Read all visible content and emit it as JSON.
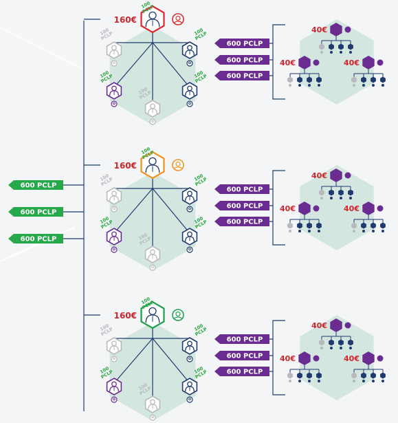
{
  "left_tags": [
    "600 PCLP",
    "600 PCLP",
    "600 PCLP"
  ],
  "groups": [
    {
      "top_price": "160€",
      "top_color": "#e0262b",
      "top_pclp": "100 PCLP",
      "node_pclp": [
        "100 PCLP",
        "100 PCLP",
        "100 PCLP",
        "100 PCLP",
        "100 PCLP"
      ],
      "right_tags": [
        "600 PCLP",
        "600 PCLP",
        "600 PCLP"
      ],
      "cluster_prices": [
        "40€",
        "40€",
        "40€"
      ]
    },
    {
      "top_price": "160€",
      "top_color": "#f0921f",
      "top_pclp": "100 PCLP",
      "node_pclp": [
        "100 PCLP",
        "100 PCLP",
        "100 PCLP",
        "100 PCLP",
        "100 PCLP"
      ],
      "right_tags": [
        "600 PCLP",
        "600 PCLP",
        "600 PCLP"
      ],
      "cluster_prices": [
        "40€",
        "40€",
        "40€"
      ]
    },
    {
      "top_price": "160€",
      "top_color": "#1aa04a",
      "top_pclp": "100 PCLP",
      "node_pclp": [
        "100 PCLP",
        "100 PCLP",
        "100 PCLP",
        "100 PCLP",
        "100 PCLP"
      ],
      "right_tags": [
        "600 PCLP",
        "600 PCLP",
        "600 PCLP"
      ],
      "cluster_prices": [
        "40€",
        "40€",
        "40€"
      ]
    }
  ],
  "colors": {
    "green_tag": "#27a84a",
    "purple_tag": "#6a2c91",
    "navy": "#1e3a6e",
    "grey": "#b7b9bc",
    "price_red": "#d0262b",
    "pclp_green": "#2aa53f",
    "hex_bg": "#d4e6e0"
  }
}
